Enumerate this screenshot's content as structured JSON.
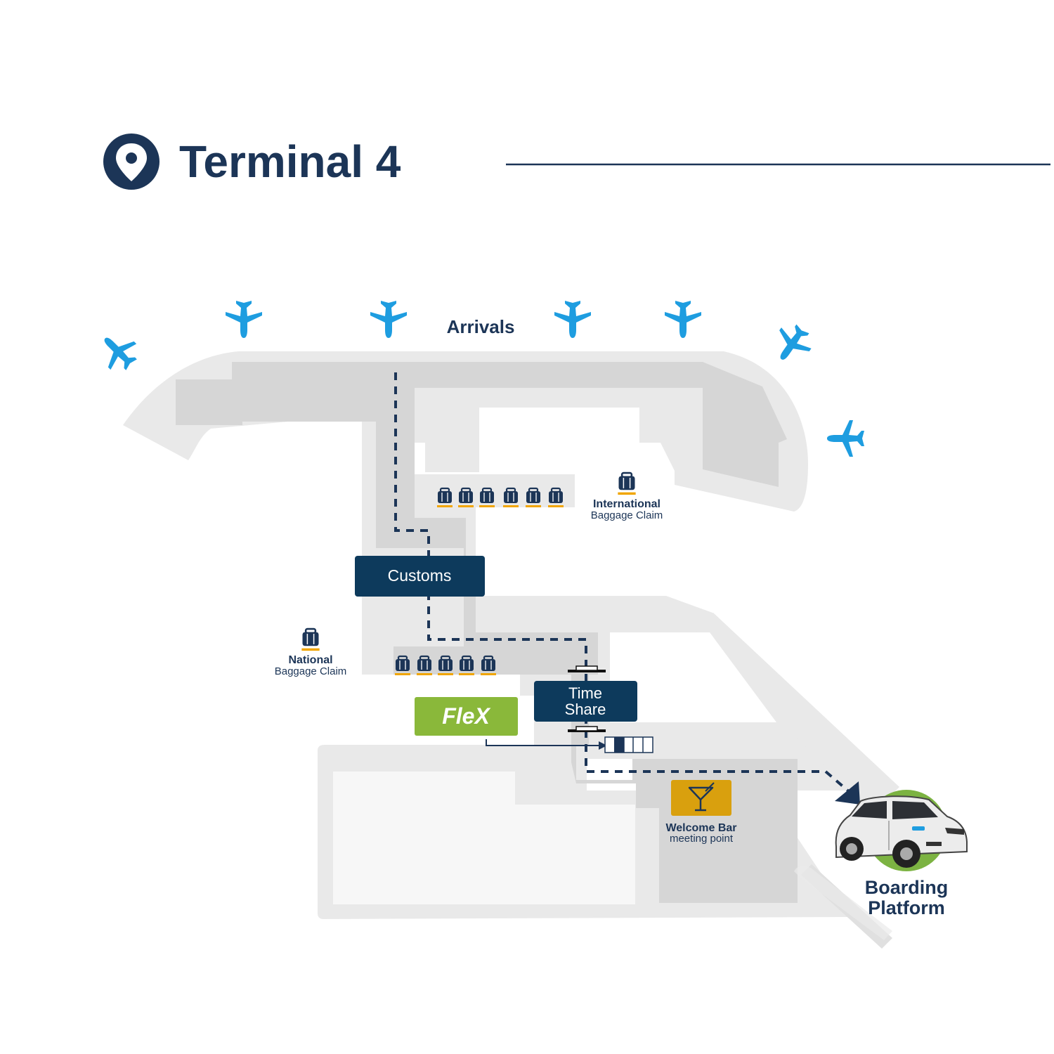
{
  "header": {
    "title": "Terminal 4",
    "icon": "location-pin-icon"
  },
  "labels": {
    "arrivals": "Arrivals",
    "customs": "Customs",
    "time_share_line1": "Time",
    "time_share_line2": "Share",
    "flex": "FleX",
    "international_title": "International",
    "international_sub": "Baggage Claim",
    "national_title": "National",
    "national_sub": "Baggage Claim",
    "welcome_title": "Welcome Bar",
    "welcome_sub": "meeting point",
    "boarding_line1": "Boarding",
    "boarding_line2": "Platform"
  },
  "icons": {
    "airplane": "airplane-icon",
    "baggage": "luggage-icon",
    "cocktail": "cocktail-glass-icon",
    "car": "car-icon"
  },
  "colors": {
    "navy": "#1c3557",
    "dark_blue_box": "#0d3a5c",
    "plane_blue": "#1e9de0",
    "flex_green": "#8ab83a",
    "welcome_gold": "#d9a00e",
    "baggage_orange": "#f0a500",
    "floor_light": "#e9e9e9",
    "floor_dark": "#d6d6d6",
    "green_circle": "#7cb342"
  }
}
